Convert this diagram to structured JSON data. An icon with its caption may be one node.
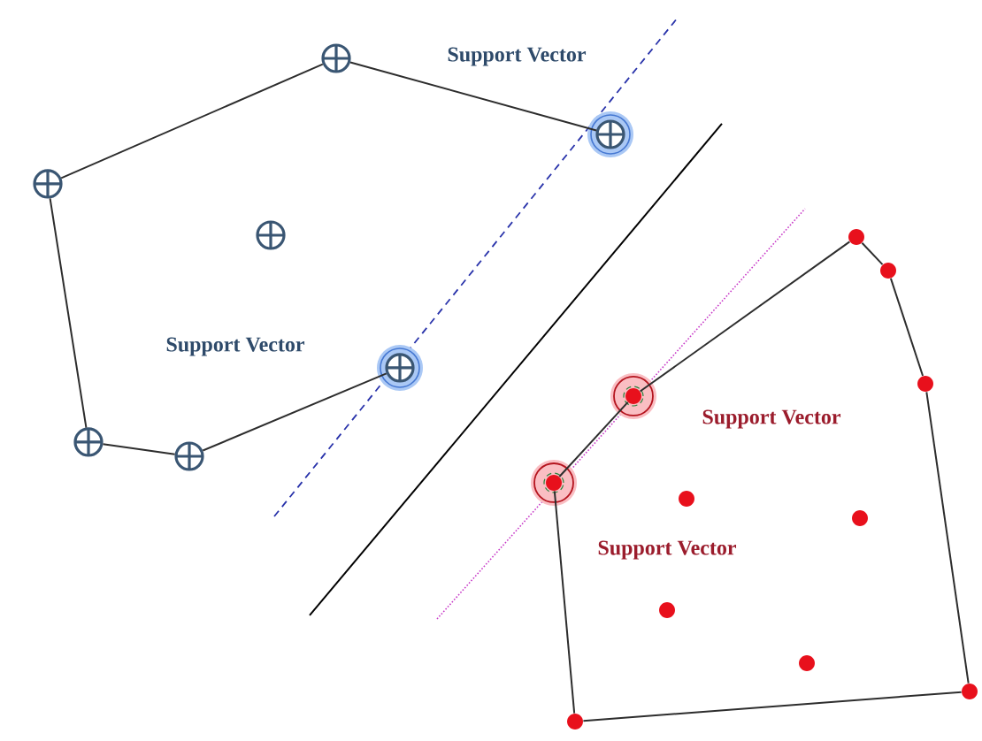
{
  "diagram": {
    "nodes": [
      {
        "text": [],
        "shape": "circle"
      },
      {
        "text": [],
        "shape": "circle",
        "beside": [
          "Support Vector"
        ]
      },
      {
        "text": [],
        "shape": "circle"
      },
      {
        "text": [],
        "shape": "circle"
      },
      {
        "text": [],
        "shape": "circle",
        "beside": [
          "Support Vector"
        ]
      },
      {
        "text": [],
        "shape": "circle"
      },
      {
        "text": [],
        "shape": "circle"
      },
      {
        "text": [],
        "shape": "dot"
      },
      {
        "text": [],
        "shape": "dot"
      },
      {
        "text": [],
        "shape": "dot"
      },
      {
        "text": [],
        "shape": "dot",
        "beside": [
          "Support Vector"
        ]
      },
      {
        "text": [],
        "shape": "dot",
        "beside": [
          "Support Vector"
        ]
      },
      {
        "text": [],
        "shape": "dot"
      },
      {
        "text": [],
        "shape": "dot"
      },
      {
        "text": [],
        "shape": "dot"
      },
      {
        "text": [],
        "shape": "dot"
      },
      {
        "text": [],
        "shape": "dot"
      },
      {
        "text": [],
        "shape": "dot"
      }
    ],
    "edges": [
      {
        "from": 2,
        "to": 0,
        "arrow": "none"
      },
      {
        "from": 0,
        "to": 1,
        "arrow": "none"
      },
      {
        "from": 2,
        "to": 5,
        "arrow": "none"
      },
      {
        "from": 5,
        "to": 6,
        "arrow": "none"
      },
      {
        "from": 6,
        "to": 4,
        "arrow": "none"
      },
      {
        "from": 11,
        "to": 10,
        "arrow": "none"
      },
      {
        "from": 10,
        "to": 7,
        "arrow": "none"
      },
      {
        "from": 7,
        "to": 8,
        "arrow": "none"
      },
      {
        "from": 8,
        "to": 9,
        "arrow": "none"
      },
      {
        "from": 9,
        "to": 16,
        "arrow": "none"
      },
      {
        "from": 16,
        "to": 17,
        "arrow": "none"
      },
      {
        "from": 17,
        "to": 11,
        "arrow": "none"
      }
    ]
  }
}
